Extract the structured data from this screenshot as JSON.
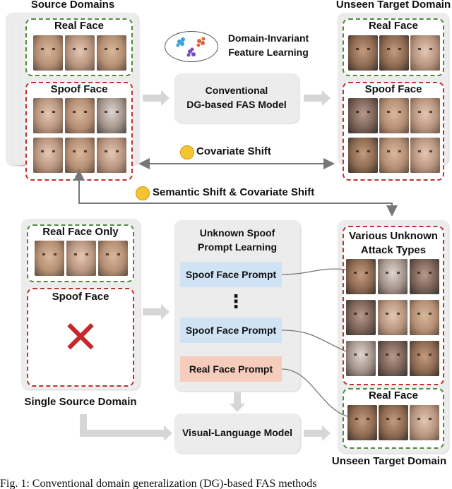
{
  "top": {
    "source_domains_title": "Source Domains",
    "target_domain_title": "Unseen Target Domain",
    "real_face_label": "Real Face",
    "spoof_face_label": "Spoof Face",
    "target_real_face_label": "Real Face",
    "target_spoof_face_label": "Spoof Face",
    "feature_learning_line1": "Domain-Invariant",
    "feature_learning_line2": "Feature Learning",
    "model_line1": "Conventional",
    "model_line2": "DG-based FAS Model",
    "covariate_shift_label": "Covariate Shift",
    "semantic_shift_label": "Semantic Shift & Covariate Shift"
  },
  "bottom": {
    "real_face_only_label": "Real Face Only",
    "spoof_face_label": "Spoof Face",
    "single_source_caption": "Single Source Domain",
    "prompt_learning_line1": "Unknown Spoof",
    "prompt_learning_line2": "Prompt Learning",
    "spoof_prompt_1": "Spoof Face Prompt",
    "spoof_prompt_2": "Spoof Face Prompt",
    "real_prompt": "Real Face Prompt",
    "ellipsis": "⋮",
    "vl_model_label": "Visual-Language Model",
    "various_attack_line1": "Various Unknown",
    "various_attack_line2": "Attack Types",
    "target_real_face_label": "Real Face",
    "target_caption": "Unseen Target Domain",
    "cross_icon": "✕"
  },
  "caption_fragment": "Fig. 1: Conventional domain generalization (DG)-based FAS methods",
  "colors": {
    "real_dash": "#4f8c3a",
    "spoof_dash": "#c0302e",
    "prompt_blue": "#cfe3f4",
    "prompt_pink": "#f6cdbd",
    "cross_red": "#c8262a",
    "arrow_gray": "#cfcfcf",
    "emoji_yellow": "#f4c431"
  }
}
